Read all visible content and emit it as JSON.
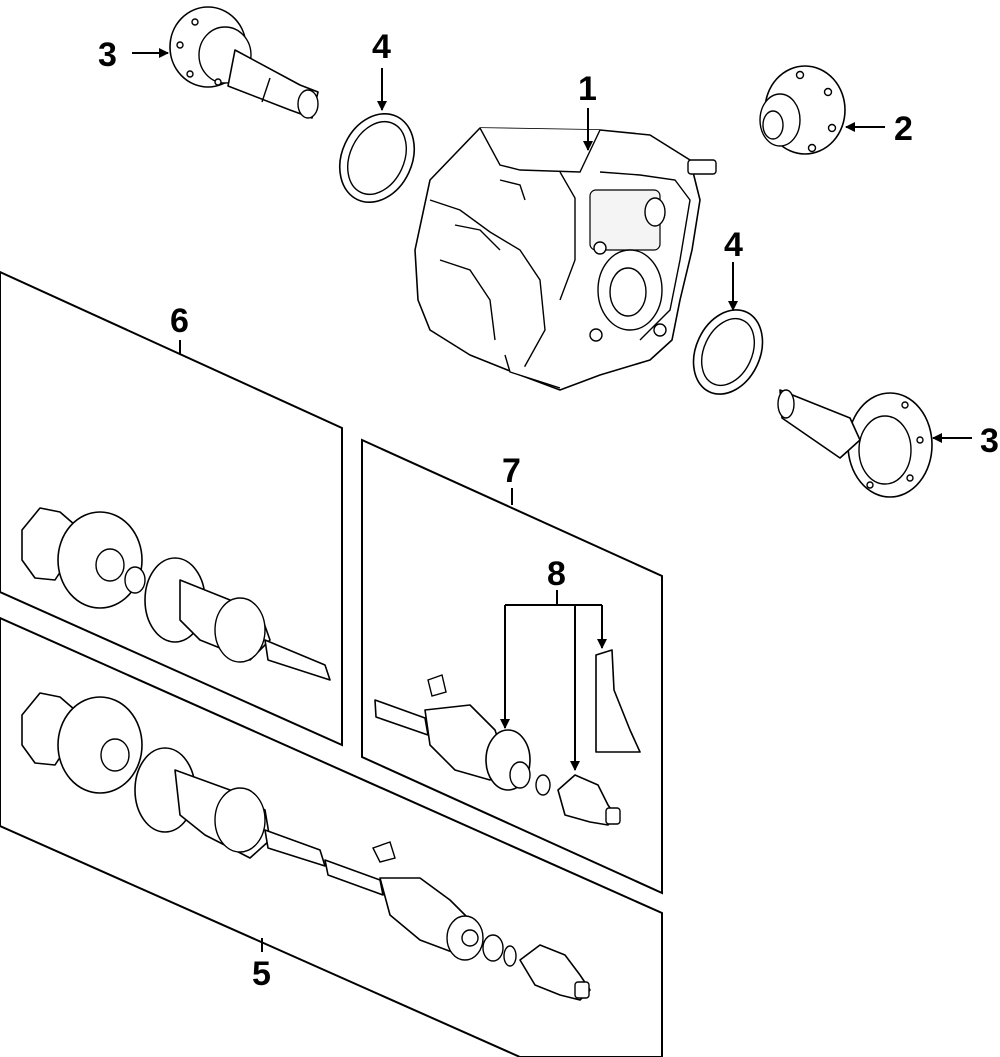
{
  "callouts": {
    "c1": "1",
    "c2": "2",
    "c3_top": "3",
    "c3_right": "3",
    "c4_top": "4",
    "c4_right": "4",
    "c5": "5",
    "c6": "6",
    "c7": "7",
    "c8": "8"
  },
  "colors": {
    "line": "#000000",
    "background": "#ffffff"
  }
}
